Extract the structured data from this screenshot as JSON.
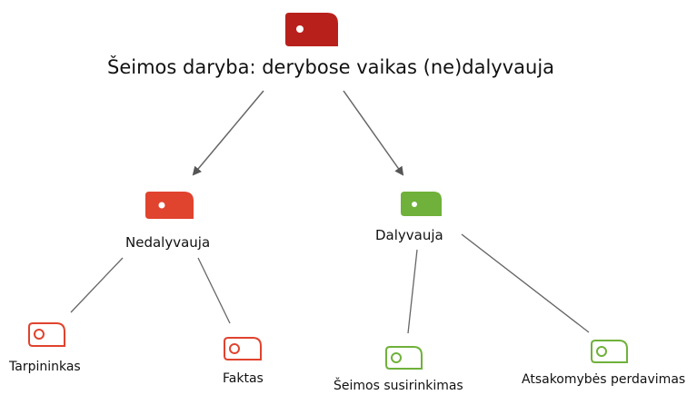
{
  "colors": {
    "root": "#b8211b",
    "negative": "#e0432e",
    "positive": "#6fb13a",
    "edge": "#666666"
  },
  "nodes": {
    "root": {
      "label": "Šeimos daryba: derybose vaikas (ne)dalyvauja",
      "icon": "tag-icon-filled",
      "color": "root"
    },
    "nedalyvauja": {
      "label": "Nedalyvauja",
      "icon": "tag-icon-filled",
      "color": "negative"
    },
    "dalyvauja": {
      "label": "Dalyvauja",
      "icon": "tag-icon-filled",
      "color": "positive"
    },
    "tarpininkas": {
      "label": "Tarpininkas",
      "icon": "tag-icon-outline",
      "color": "negative"
    },
    "faktas": {
      "label": "Faktas",
      "icon": "tag-icon-outline",
      "color": "negative"
    },
    "seimos_susirinkimas": {
      "label": "Šeimos susirinkimas",
      "icon": "tag-icon-outline",
      "color": "positive"
    },
    "atsakomybes_perdavimas": {
      "label": "Atsakomybės perdavimas",
      "icon": "tag-icon-outline",
      "color": "positive"
    }
  },
  "edges": [
    {
      "from": "root",
      "to": "nedalyvauja",
      "arrow": true
    },
    {
      "from": "root",
      "to": "dalyvauja",
      "arrow": true
    },
    {
      "from": "nedalyvauja",
      "to": "tarpininkas",
      "arrow": false
    },
    {
      "from": "nedalyvauja",
      "to": "faktas",
      "arrow": false
    },
    {
      "from": "dalyvauja",
      "to": "seimos_susirinkimas",
      "arrow": false
    },
    {
      "from": "dalyvauja",
      "to": "atsakomybes_perdavimas",
      "arrow": false
    }
  ]
}
